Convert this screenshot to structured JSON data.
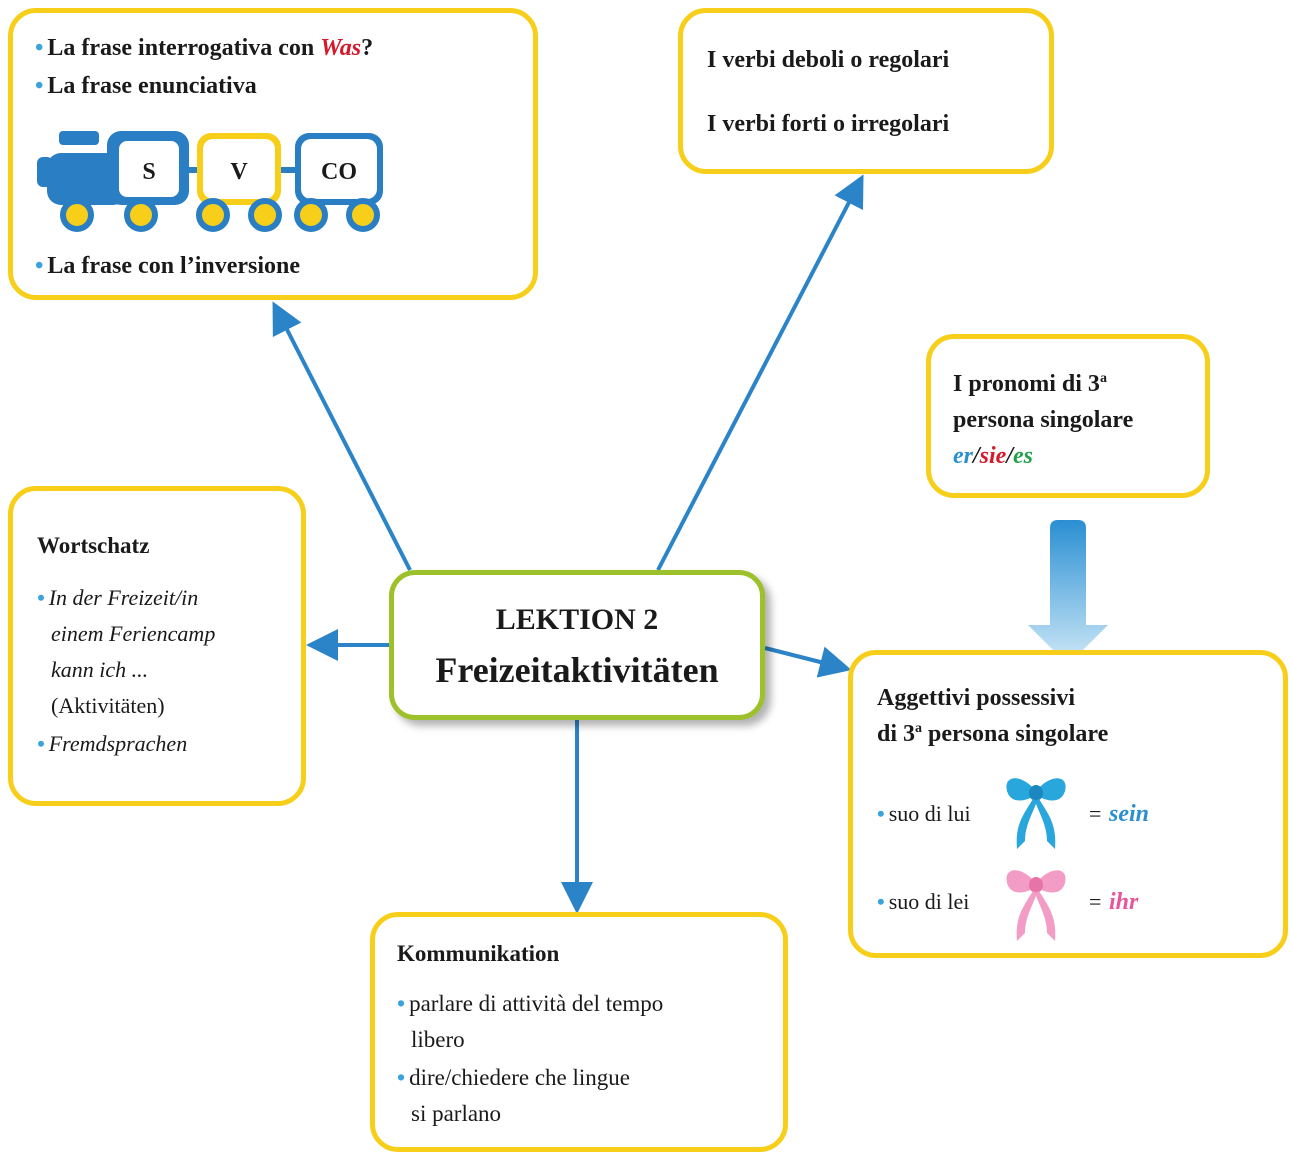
{
  "center": {
    "line1": "LEKTION 2",
    "line2": "Freizeitaktivitäten"
  },
  "syntax": {
    "item1_pre": "La frase interrogativa con ",
    "item1_word": "Was",
    "item1_post": "?",
    "item2": "La frase enunciativa",
    "train": {
      "s": "S",
      "v": "V",
      "co": "CO"
    },
    "item3": "La frase con l’inversione"
  },
  "verbs": {
    "item1": "I verbi deboli o regolari",
    "item2": "I verbi forti o irregolari"
  },
  "pronouns": {
    "line1_pre": "I pronomi di 3",
    "line1_sup": "a",
    "line2": "persona singolare",
    "er": "er",
    "slash": "/",
    "sie": "sie",
    "es": "es"
  },
  "possessive": {
    "line1": "Aggettivi possessivi",
    "line2_pre": "di 3",
    "line2_sup": "a",
    "line2_post": " persona singolare",
    "his_label": "suo di lui",
    "his_word": "sein",
    "her_label": "suo di lei",
    "her_word": "ihr",
    "equals": "="
  },
  "vocab": {
    "title": "Wortschatz",
    "i1a": "In der Freizeit/in",
    "i1b": "einem Feriencamp",
    "i1c": "kann ich ...",
    "i1d": "(Aktivitäten)",
    "i2": "Fremdsprachen"
  },
  "comm": {
    "title": "Kommunikation",
    "i1a": "parlare di attività del tempo",
    "i1b": "libero",
    "i2a": "dire/chiedere che lingue",
    "i2b": "si parlano"
  },
  "colors": {
    "border": "#f7cf1b",
    "center_border": "#9dc12b",
    "arrow": "#2c84c8",
    "red": "#d7182a",
    "blue": "#2a8fd2",
    "green": "#22a14a",
    "pink": "#e8579c",
    "train_blue": "#2a7ec4"
  }
}
